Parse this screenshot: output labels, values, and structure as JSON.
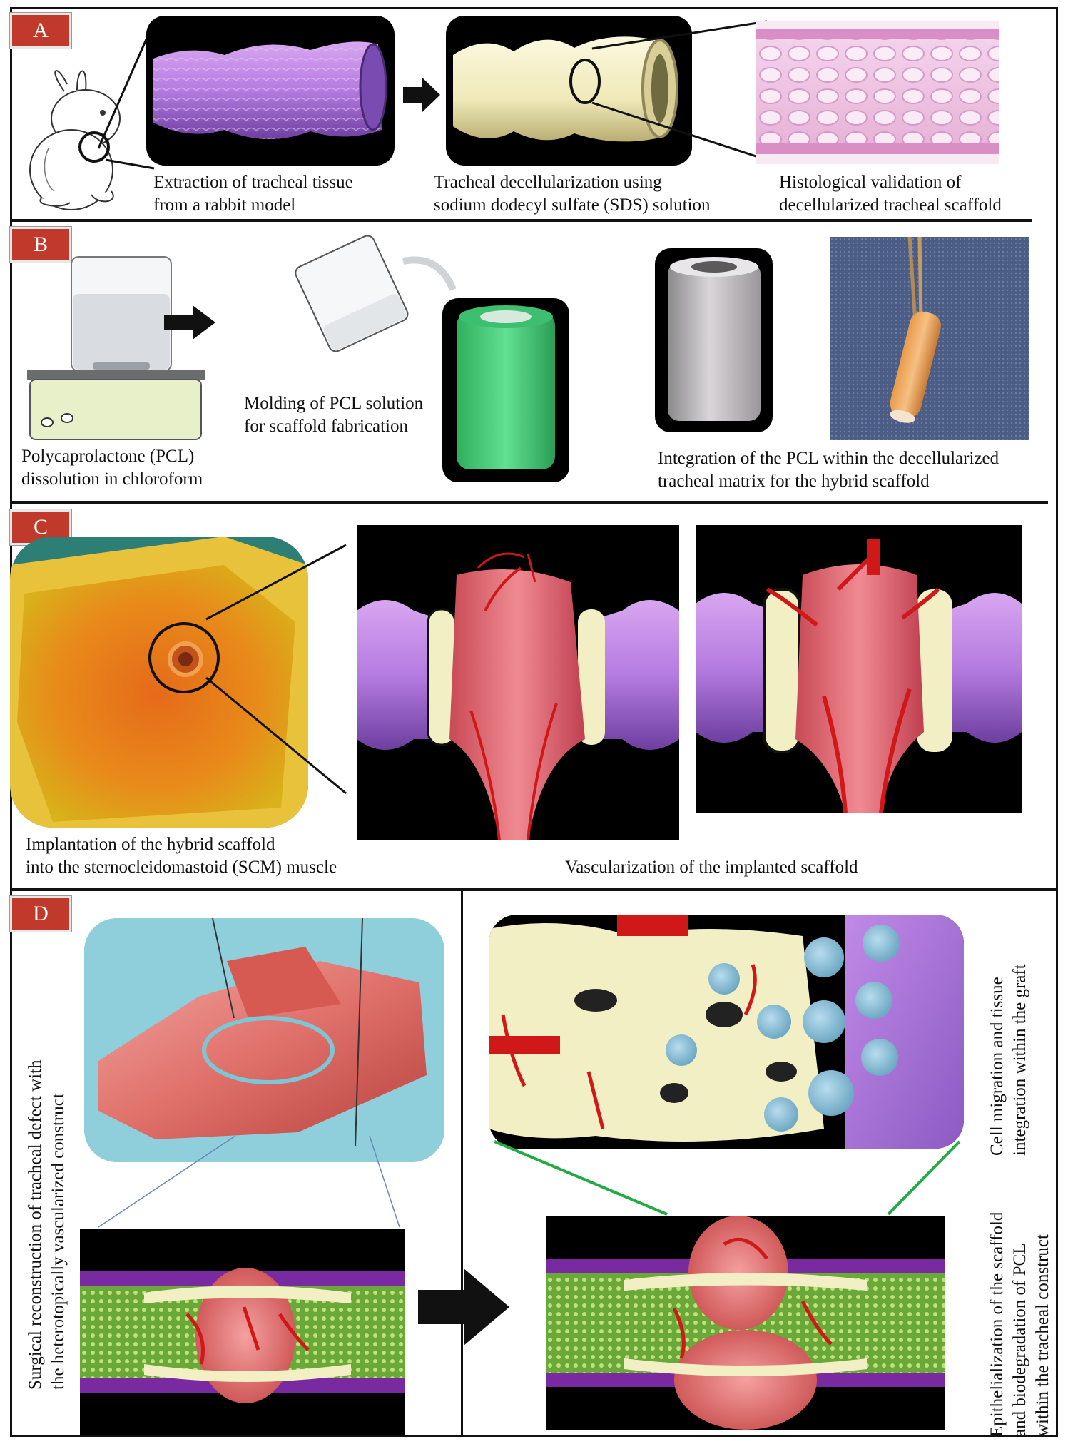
{
  "panels": {
    "a": {
      "label": "A",
      "captions": {
        "extraction": [
          "Extraction of tracheal tissue",
          "from a rabbit model"
        ],
        "decell": [
          "Tracheal decellularization using",
          "sodium dodecyl sulfate (SDS) solution"
        ],
        "histology": [
          "Histological validation of",
          "decellularized tracheal scaffold"
        ]
      }
    },
    "b": {
      "label": "B",
      "captions": {
        "dissolution": [
          "Polycaprolactone (PCL)",
          "dissolution in chloroform"
        ],
        "molding": [
          "Molding of PCL solution",
          "for scaffold fabrication"
        ],
        "integration": [
          "Integration of the PCL within the decellularized",
          "tracheal matrix for the hybrid scaffold"
        ]
      }
    },
    "c": {
      "label": "C",
      "captions": {
        "implantation": [
          "Implantation of the hybrid scaffold",
          "into the sternocleidomastoid (SCM) muscle"
        ],
        "vascularization": "Vascularization of the implanted scaffold"
      }
    },
    "d": {
      "label": "D",
      "captions": {
        "surgical": [
          "Surgical reconstruction of tracheal defect with",
          "the heterotopically vascularized construct"
        ],
        "migration": [
          "Cell migration and tissue",
          "integration within the graft"
        ],
        "epithelialization": [
          "Epithelialization of the scaffold",
          "and biodegradation of PCL",
          "within the tracheal construct"
        ]
      }
    }
  },
  "colors": {
    "tag": "#c0392b",
    "trachea_purple": "#b57be0",
    "scaffold_cream": "#f3efc4",
    "pcl_green": "#3fd07a",
    "tissue_red": "#e04848",
    "cell_blue": "#8ec3dd",
    "connector_green": "#22aa44",
    "drape_blue": "#7cc6d6"
  }
}
